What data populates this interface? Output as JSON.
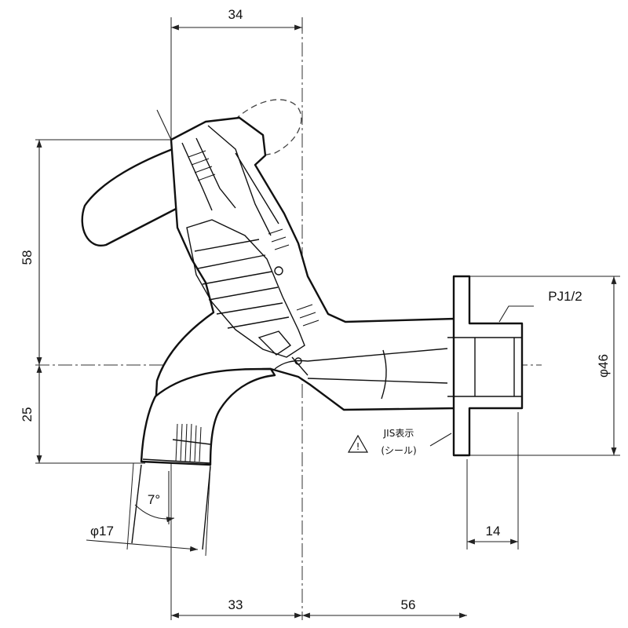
{
  "dimensions": {
    "top_width": "34",
    "height_upper": "58",
    "height_lower": "25",
    "spout_dia": "φ17",
    "spout_angle": "7°",
    "bottom_left": "33",
    "bottom_right": "56",
    "flange_width": "14",
    "flange_dia": "φ46",
    "thread": "PJ1/2"
  },
  "notes": {
    "warning_icon": "warning-triangle-icon",
    "jis_line1": "JIS表示",
    "jis_line2": "(シール)"
  }
}
